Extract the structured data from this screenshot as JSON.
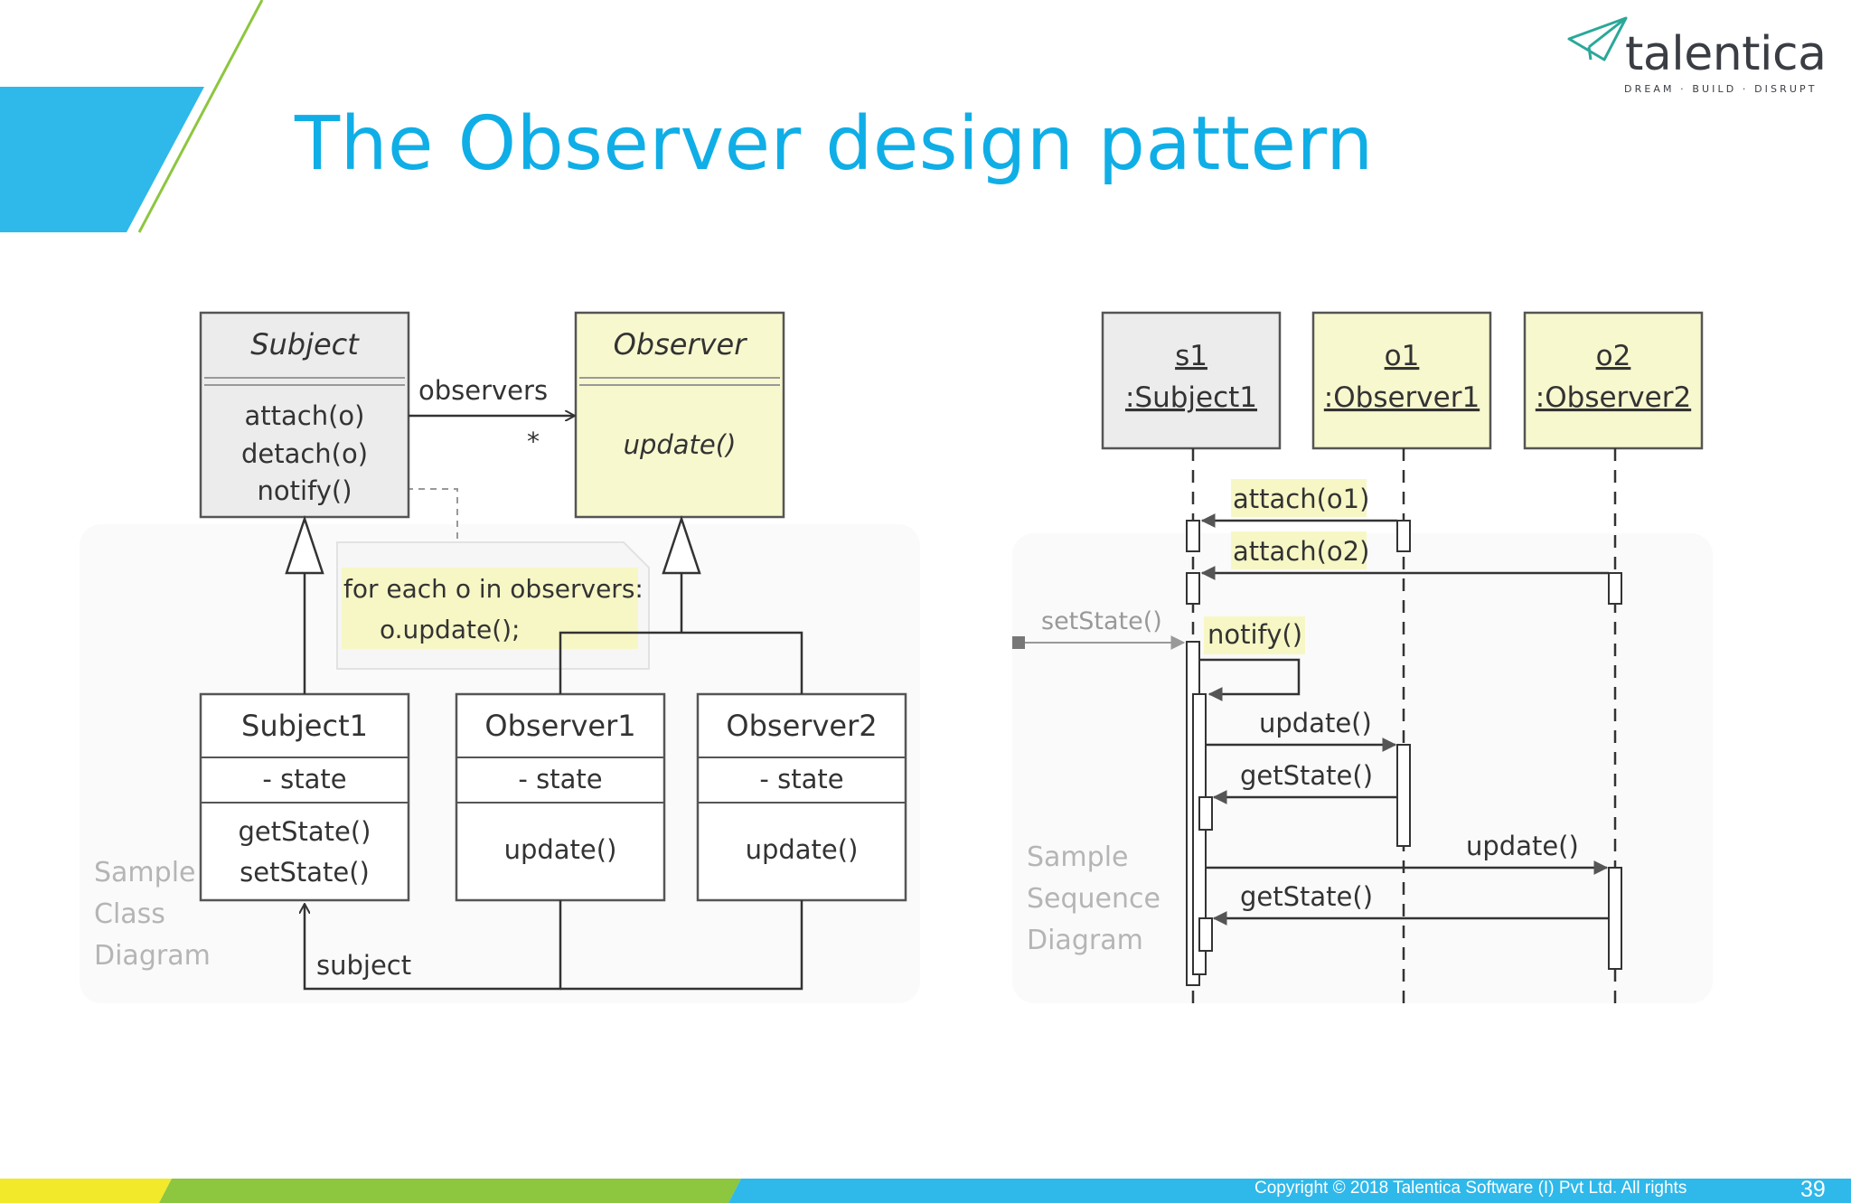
{
  "slide": {
    "title": "The Observer design pattern",
    "page_number": "39",
    "copyright": "Copyright © 2018 Talentica Software (I) Pvt Ltd. All rights",
    "logo": {
      "word": "talentica",
      "tagline": "DREAM · BUILD · DISRUPT"
    }
  },
  "colors": {
    "title": "#10aee6",
    "accent_blue": "#2fb8ea",
    "accent_green": "#8dc63f",
    "accent_yellow": "#f2e92a",
    "note_yellow": "#f7f7c6",
    "interface_grey": "#ececec"
  },
  "class_diagram": {
    "caption": [
      "Sample",
      "Class",
      "Diagram"
    ],
    "subject": {
      "name": "Subject",
      "ops": [
        "attach(o)",
        "detach(o)",
        "notify()"
      ]
    },
    "observer": {
      "name": "Observer",
      "ops": [
        "update()"
      ]
    },
    "assoc_observers": {
      "label": "observers",
      "multiplicity": "*"
    },
    "note": [
      "for each o in observers:",
      "o.update();"
    ],
    "subject1": {
      "name": "Subject1",
      "attrs": [
        "- state"
      ],
      "ops": [
        "getState()",
        "setState()"
      ]
    },
    "observer1": {
      "name": "Observer1",
      "attrs": [
        "- state"
      ],
      "ops": [
        "update()"
      ]
    },
    "observer2": {
      "name": "Observer2",
      "attrs": [
        "- state"
      ],
      "ops": [
        "update()"
      ]
    },
    "assoc_subject": {
      "label": "subject"
    }
  },
  "sequence_diagram": {
    "caption": [
      "Sample",
      "Sequence",
      "Diagram"
    ],
    "lifelines": [
      {
        "name": "s1",
        "type": ":Subject1"
      },
      {
        "name": "o1",
        "type": ":Observer1"
      },
      {
        "name": "o2",
        "type": ":Observer2"
      }
    ],
    "messages": {
      "attach_o1": "attach(o1)",
      "attach_o2": "attach(o2)",
      "set_state": "setState()",
      "notify": "notify()",
      "update_o1": "update()",
      "get_state_o1": "getState()",
      "update_o2": "update()",
      "get_state_o2": "getState()"
    }
  }
}
